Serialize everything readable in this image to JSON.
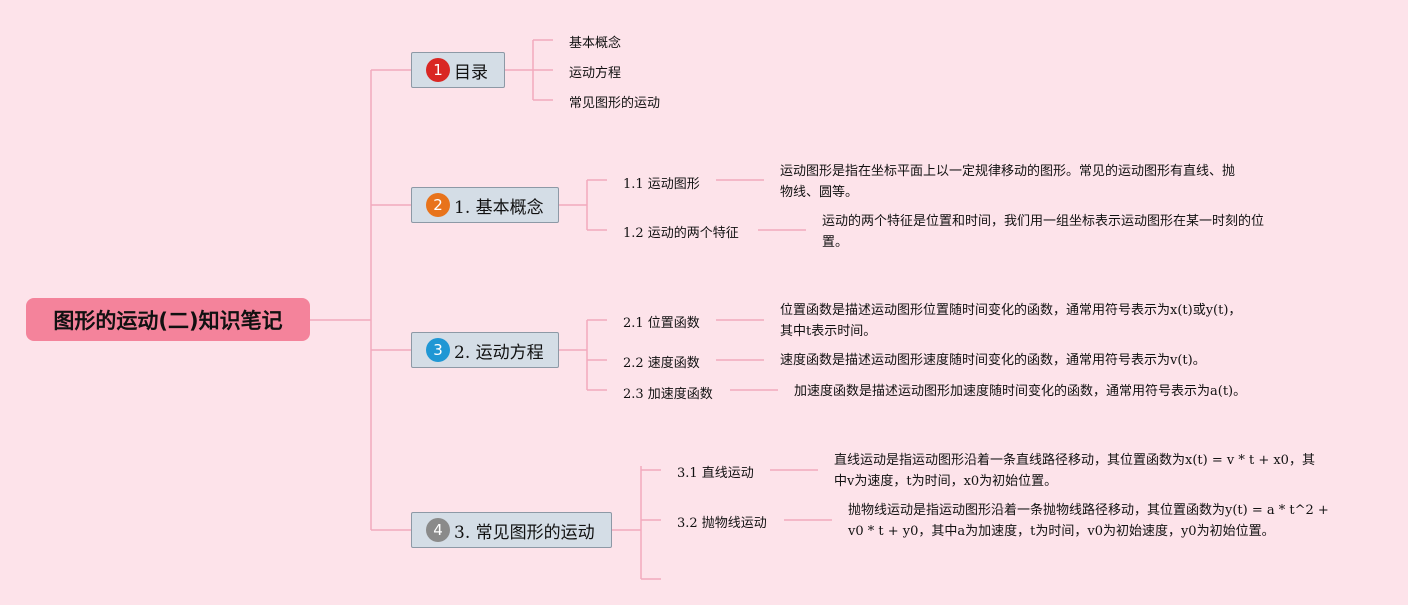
{
  "title": "图形的运动(二)知识笔记",
  "colors": {
    "background": "#fde3ea",
    "root_fill": "#f4839b",
    "branch_fill": "#d4dde6",
    "line": "#f2a9bd"
  },
  "branches": [
    {
      "badge": "1",
      "badge_color": "#d92623",
      "label": "目录",
      "children": [
        {
          "label": "基本概念"
        },
        {
          "label": "运动方程"
        },
        {
          "label": "常见图形的运动"
        }
      ]
    },
    {
      "badge": "2",
      "badge_color": "#e8731b",
      "label": "1. 基本概念",
      "children": [
        {
          "label": "1.1 运动图形",
          "desc": [
            "运动图形是指在坐标平面上以一定规律移动的图形。常见的运动图形有直线、抛",
            "物线、圆等。"
          ]
        },
        {
          "label": "1.2 运动的两个特征",
          "desc": [
            "运动的两个特征是位置和时间，我们用一组坐标表示运动图形在某一时刻的位",
            "置。"
          ]
        }
      ]
    },
    {
      "badge": "3",
      "badge_color": "#1f97d4",
      "label": "2. 运动方程",
      "children": [
        {
          "label": "2.1 位置函数",
          "desc": [
            "位置函数是描述运动图形位置随时间变化的函数，通常用符号表示为x(t)或y(t)，",
            "其中t表示时间。"
          ]
        },
        {
          "label": "2.2 速度函数",
          "desc": [
            "速度函数是描述运动图形速度随时间变化的函数，通常用符号表示为v(t)。"
          ]
        },
        {
          "label": "2.3 加速度函数",
          "desc": [
            "加速度函数是描述运动图形加速度随时间变化的函数，通常用符号表示为a(t)。"
          ]
        }
      ]
    },
    {
      "badge": "4",
      "badge_color": "#8a8a8a",
      "label": "3. 常见图形的运动",
      "children": [
        {
          "label": "3.1 直线运动",
          "desc": [
            "直线运动是指运动图形沿着一条直线路径移动，其位置函数为x(t) = v * t + x0，其",
            "中v为速度，t为时间，x0为初始位置。"
          ]
        },
        {
          "label": "3.2 抛物线运动",
          "desc": [
            "抛物线运动是指运动图形沿着一条抛物线路径移动，其位置函数为y(t) = a * t^2 +",
            "v0 * t + y0，其中a为加速度，t为时间，v0为初始速度，y0为初始位置。"
          ]
        }
      ]
    }
  ]
}
